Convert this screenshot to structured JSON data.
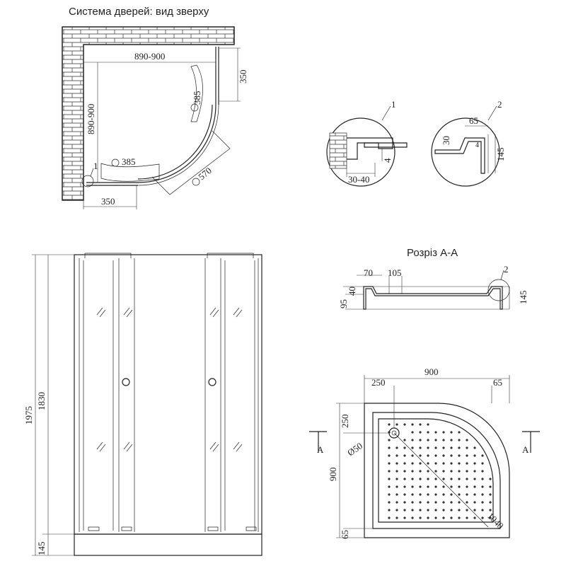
{
  "top_view": {
    "title": "Система дверей: вид зверху",
    "width_dim": "890-900",
    "depth_dim": "890-900",
    "side_panel_dim": "350",
    "bottom_panel_dim": "350",
    "door_dim_right": "385",
    "door_dim_bottom": "385",
    "opening_dim": "570",
    "detail_ref": "1"
  },
  "detail_1": {
    "label": "1",
    "gap_dim": "30-40",
    "depth_dim": "4"
  },
  "detail_2": {
    "label": "2",
    "top_dim": "65",
    "step_dim": "30",
    "height_dim": "145",
    "thickness_dim": "4"
  },
  "front_view": {
    "total_height": "1975",
    "enclosure_height": "1830",
    "tray_height": "145"
  },
  "section": {
    "title": "Розріз A-A",
    "rim_dim": "70",
    "drain_dim": "105",
    "step_dim": "40",
    "inner_height": "95",
    "total_height": "145",
    "detail_ref": "2"
  },
  "tray_plan": {
    "width": "900",
    "depth": "900",
    "drain_offset_x": "250",
    "drain_offset_y": "250",
    "rim_x": "65",
    "rim_y": "65",
    "drain_diameter": "Ø50",
    "diagonal": "1040",
    "section_mark_left": "A",
    "section_mark_right": "A"
  }
}
